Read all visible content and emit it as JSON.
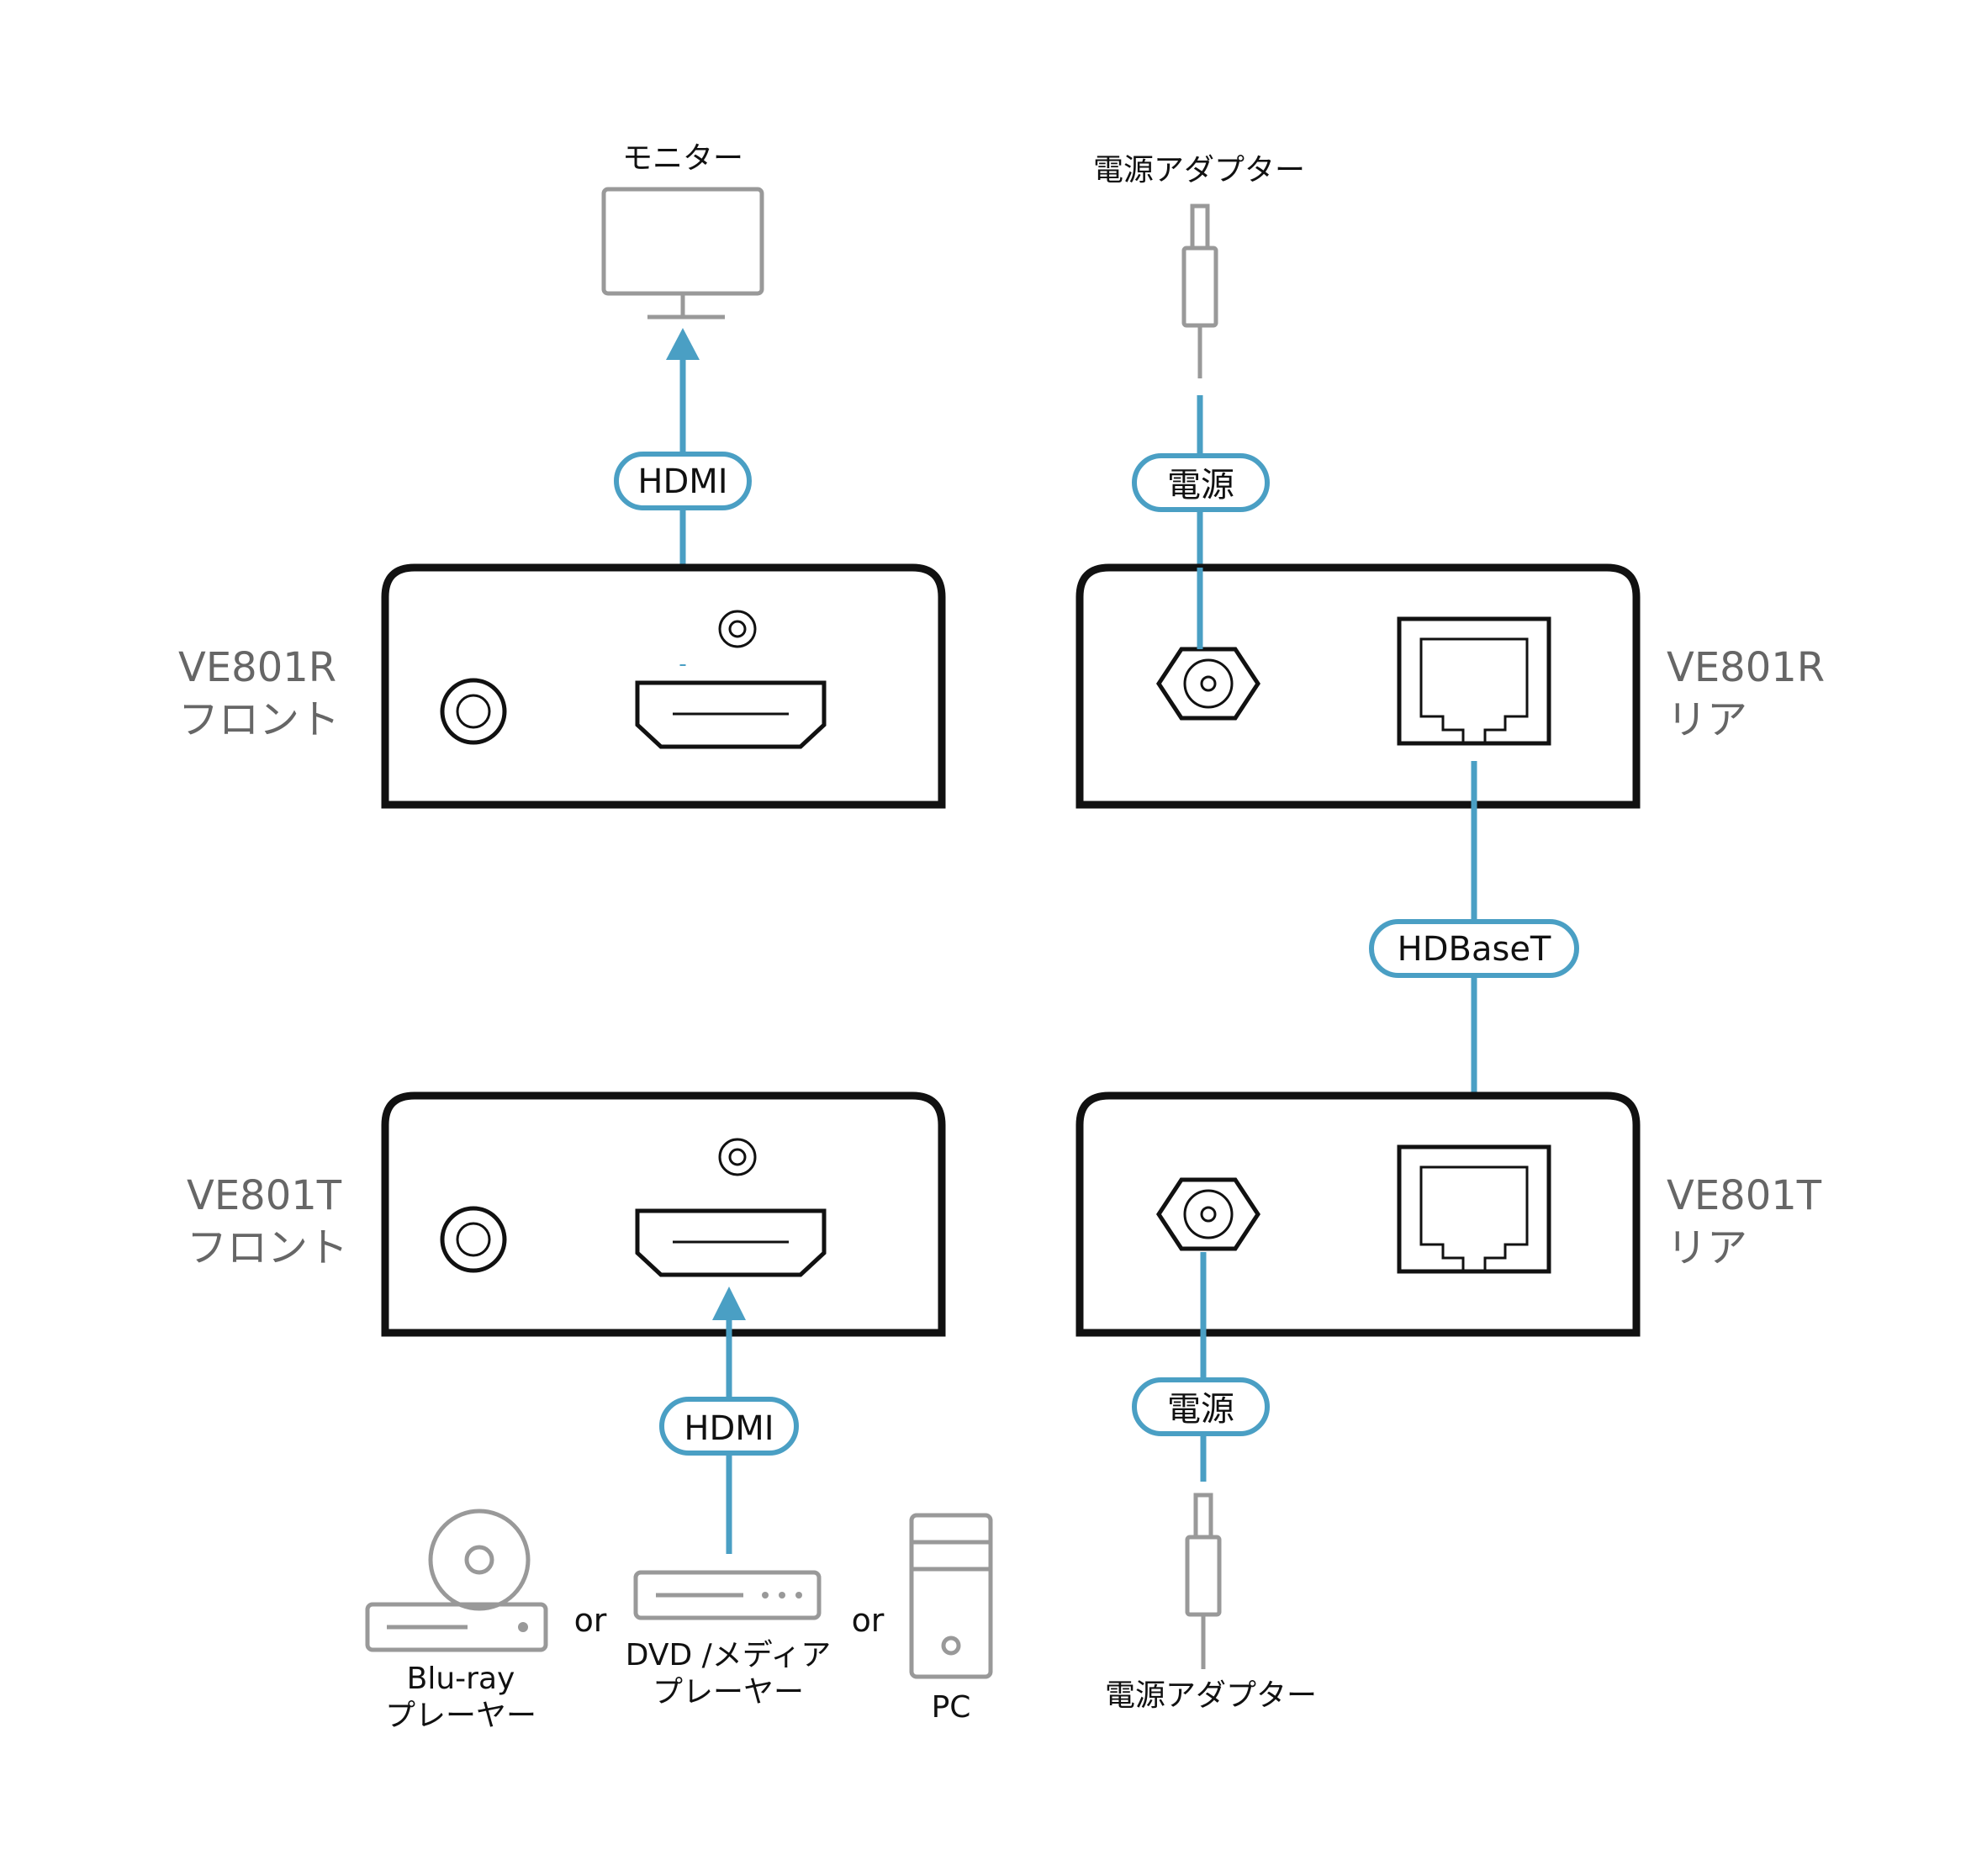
{
  "colors": {
    "cable": "#4a9fc4",
    "device_outline": "#111111",
    "peripheral": "#999999",
    "label": "#666666"
  },
  "devices": {
    "receiver_front": {
      "model": "VE801R",
      "side": "フロント"
    },
    "receiver_rear": {
      "model": "VE801R",
      "side": "リア"
    },
    "transmitter_front": {
      "model": "VE801T",
      "side": "フロント"
    },
    "transmitter_rear": {
      "model": "VE801T",
      "side": "リア"
    }
  },
  "peripherals": {
    "monitor": "モニター",
    "power_adapter_top": "電源アダプター",
    "power_adapter_bottom": "電源アダプター",
    "bluray": {
      "line1": "Blu-ray",
      "line2": "プレーヤー"
    },
    "dvd": {
      "line1": "DVD /メディア",
      "line2": "プレーヤー"
    },
    "pc": "PC",
    "or1": "or",
    "or2": "or"
  },
  "cables": {
    "hdmi_out": "HDMI",
    "power_top": "電源",
    "hdbaset": "HDBaseT",
    "hdmi_in": "HDMI",
    "power_bottom": "電源"
  },
  "icons": [
    "monitor-icon",
    "power-plug-icon",
    "dc-jack-icon",
    "hdmi-port-icon",
    "rj45-port-icon",
    "audio-jack-icon",
    "ir-sensor-icon",
    "bluray-player-icon",
    "dvd-player-icon",
    "pc-tower-icon"
  ]
}
